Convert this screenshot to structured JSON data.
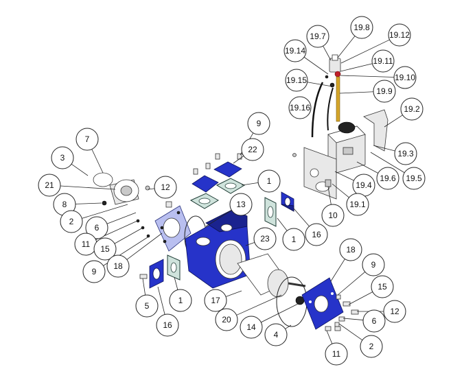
{
  "callouts": [
    {
      "id": "c-19-8",
      "label": "19.8"
    },
    {
      "id": "c-19-7",
      "label": "19.7"
    },
    {
      "id": "c-19-12",
      "label": "19.12"
    },
    {
      "id": "c-19-14",
      "label": "19.14"
    },
    {
      "id": "c-19-11",
      "label": "19.11"
    },
    {
      "id": "c-19-10",
      "label": "19.10"
    },
    {
      "id": "c-19-15",
      "label": "19.15"
    },
    {
      "id": "c-19-9",
      "label": "19.9"
    },
    {
      "id": "c-19-16",
      "label": "19.16"
    },
    {
      "id": "c-19-2",
      "label": "19.2"
    },
    {
      "id": "c-19-3",
      "label": "19.3"
    },
    {
      "id": "c-19-6",
      "label": "19.6"
    },
    {
      "id": "c-19-5",
      "label": "19.5"
    },
    {
      "id": "c-19-4",
      "label": "19.4"
    },
    {
      "id": "c-19-1",
      "label": "19.1"
    },
    {
      "id": "c-9a",
      "label": "9"
    },
    {
      "id": "c-22",
      "label": "22"
    },
    {
      "id": "c-1a",
      "label": "1"
    },
    {
      "id": "c-7",
      "label": "7"
    },
    {
      "id": "c-3",
      "label": "3"
    },
    {
      "id": "c-21",
      "label": "21"
    },
    {
      "id": "c-12a",
      "label": "12"
    },
    {
      "id": "c-8",
      "label": "8"
    },
    {
      "id": "c-2a",
      "label": "2"
    },
    {
      "id": "c-6a",
      "label": "6"
    },
    {
      "id": "c-13",
      "label": "13"
    },
    {
      "id": "c-10",
      "label": "10"
    },
    {
      "id": "c-1b",
      "label": "1"
    },
    {
      "id": "c-16a",
      "label": "16"
    },
    {
      "id": "c-11a",
      "label": "11"
    },
    {
      "id": "c-15a",
      "label": "15"
    },
    {
      "id": "c-9b",
      "label": "9"
    },
    {
      "id": "c-18a",
      "label": "18"
    },
    {
      "id": "c-23",
      "label": "23"
    },
    {
      "id": "c-18b",
      "label": "18"
    },
    {
      "id": "c-9c",
      "label": "9"
    },
    {
      "id": "c-15b",
      "label": "15"
    },
    {
      "id": "c-12b",
      "label": "12"
    },
    {
      "id": "c-6b",
      "label": "6"
    },
    {
      "id": "c-2b",
      "label": "2"
    },
    {
      "id": "c-11b",
      "label": "11"
    },
    {
      "id": "c-5",
      "label": "5"
    },
    {
      "id": "c-1c",
      "label": "1"
    },
    {
      "id": "c-16b",
      "label": "16"
    },
    {
      "id": "c-17",
      "label": "17"
    },
    {
      "id": "c-20",
      "label": "20"
    },
    {
      "id": "c-14",
      "label": "14"
    },
    {
      "id": "c-4",
      "label": "4"
    }
  ]
}
